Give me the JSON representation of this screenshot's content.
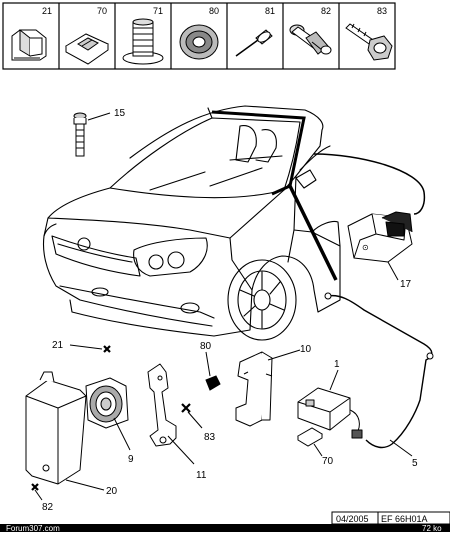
{
  "header_parts": [
    {
      "ref": "21",
      "icon": "clip-icon"
    },
    {
      "ref": "70",
      "icon": "square-clip-icon"
    },
    {
      "ref": "71",
      "icon": "ribbed-plug-icon"
    },
    {
      "ref": "80",
      "icon": "grommet-icon"
    },
    {
      "ref": "81",
      "icon": "rivet-icon"
    },
    {
      "ref": "82",
      "icon": "push-fastener-icon"
    },
    {
      "ref": "83",
      "icon": "screw-icon"
    }
  ],
  "callouts": {
    "c15": "15",
    "c17": "17",
    "c1": "1",
    "c10": "10",
    "c80": "80",
    "c21": "21",
    "c9": "9",
    "c83": "83",
    "c11": "11",
    "c5": "5",
    "c70": "70",
    "c20": "20",
    "c82": "82"
  },
  "footer": {
    "brand": "Forum307.com",
    "date": "04/2005",
    "code": "EF 66H01A",
    "size": "72 ko"
  },
  "colors": {
    "line": "#000000",
    "footer_bar": "#000000",
    "footer_text": "#ffffff"
  }
}
